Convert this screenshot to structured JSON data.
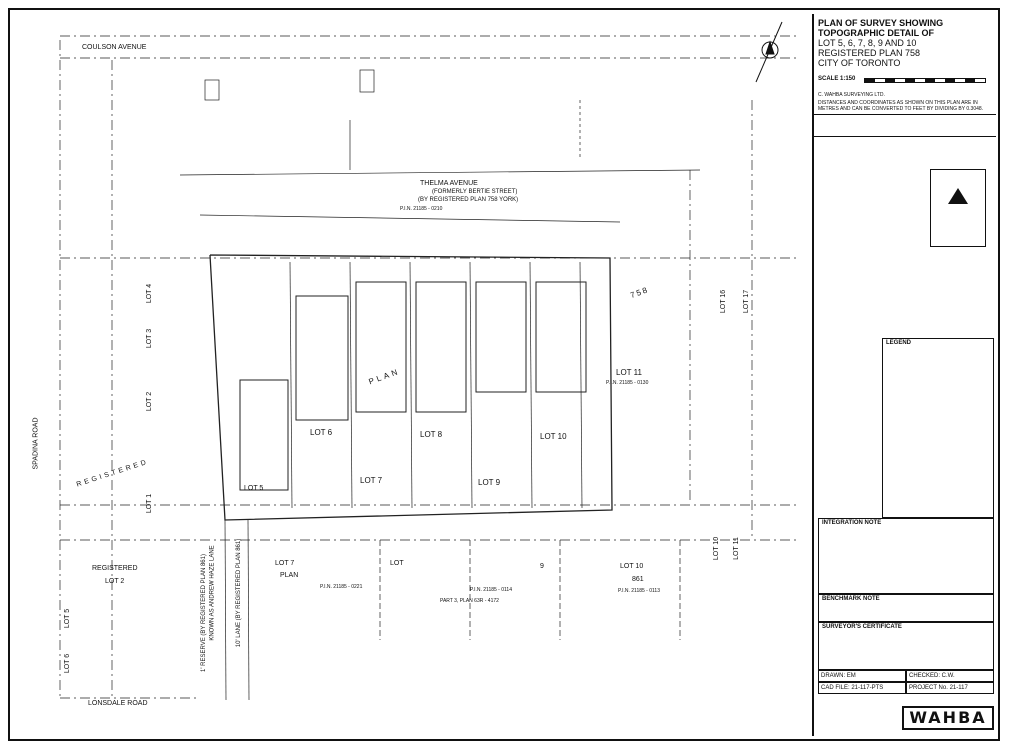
{
  "streets": {
    "coulson": "COULSON AVENUE",
    "thelma": "THELMA AVENUE",
    "thelma_formerly": "(FORMERLY BERTIE STREET)",
    "thelma_plan": "(BY REGISTERED PLAN 758 YORK)",
    "spadina": "SPADINA ROAD",
    "lonsdale": "LONSDALE ROAD",
    "lane": "10' LANE (BY REGISTERED PLAN 861)",
    "lane_known": "KNOWN AS ANDREW HAZE LANE",
    "reserve": "1' RESERVE (BY REGISTERED PLAN 861)"
  },
  "plan_labels": {
    "pin_thelma": "P.I.N.   21185  -  0210",
    "pin_lot11": "P.I.N.  21185 - 0130",
    "pin_south1": "P.I.N.   21185  -  0221",
    "pin_south2": "P.I.N.  21185 - 0114",
    "pin_south3": "P.I.N.  21185 - 0113",
    "part_south": "PART  3,  PLAN  63R  -  4172",
    "registered": "REGISTERED",
    "registered2": "REGISTERED",
    "plan": "PLAN",
    "plan758": "758",
    "plan861": "861",
    "lot4": "LOT 4",
    "lot3": "LOT 3",
    "lot2": "LOT 2",
    "lot1": "LOT 1",
    "lot5": "LOT 5",
    "lot6": "LOT 6",
    "lot7": "LOT 7",
    "lot8": "LOT 8",
    "lot9": "LOT 9",
    "lot10": "LOT 10",
    "lot11": "LOT 11",
    "lot16": "LOT 16",
    "lot17": "LOT 17",
    "lot_s7": "LOT 7",
    "lot_s8": "LOT",
    "lot_s9": "9",
    "lot_s10": "LOT 10",
    "lot_s11": "LOT 11",
    "lot_reg2": "LOT 2",
    "lot_w5": "LOT 5",
    "lot_w6": "LOT 6"
  },
  "title_block": {
    "line1": "PLAN OF SURVEY SHOWING",
    "line2": "TOPOGRAPHIC DETAIL OF",
    "line3": "LOT 5, 6, 7, 8, 9 AND 10",
    "line4": "REGISTERED PLAN 758",
    "line5": "CITY OF TORONTO",
    "scale": "SCALE 1:150",
    "company": "C. WAHBA SURVEYING LTD.",
    "distances": "DISTANCES AND COORDINATES AS SHOWN ON THIS PLAN ARE IN METRES AND CAN BE CONVERTED TO FEET BY DIVIDING BY 0.3048.",
    "legend": "LEGEND",
    "integration": "INTEGRATION NOTE",
    "benchmark": "BENCHMARK NOTE",
    "certificate": "SURVEYOR'S CERTIFICATE",
    "drawn": "DRAWN: EM",
    "checked": "CHECKED: C.W.",
    "cad": "CAD FILE: 21-117-PTS",
    "project": "PROJECT No. 21-117",
    "logo": "WAHBA"
  }
}
